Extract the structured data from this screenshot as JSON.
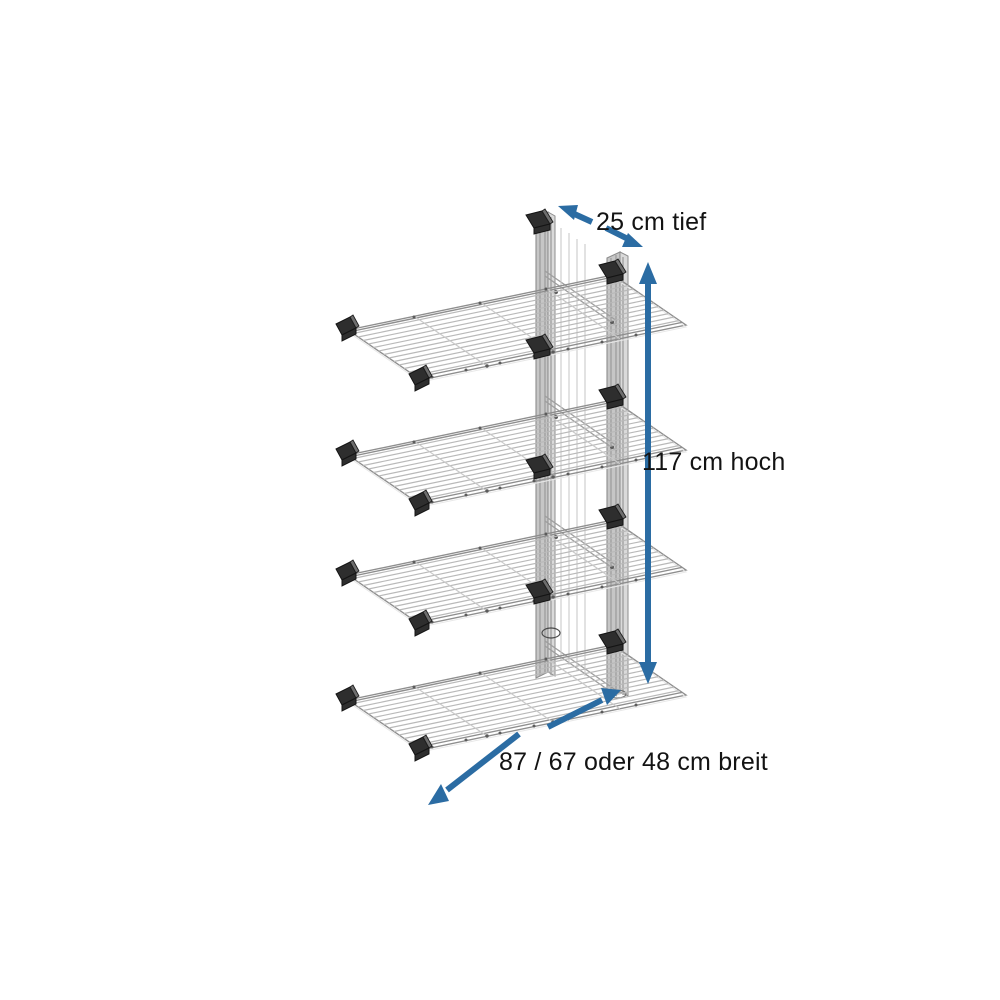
{
  "illustration": {
    "subject": "wire-shelving-rack-dimension-drawing",
    "view": "isometric",
    "background_color": "#ffffff",
    "line_color": "#b9b9b9",
    "accent_color": "#2b6ca3",
    "text_color": "#131313",
    "shelf_count": 4,
    "post_count": 2
  },
  "dimensions": {
    "depth": {
      "label": "25 cm tief",
      "value": "25",
      "unit": "cm",
      "descriptor": "tief"
    },
    "height": {
      "label": "117 cm hoch",
      "value": "117",
      "unit": "cm",
      "descriptor": "hoch"
    },
    "width": {
      "label": "87 / 67 oder 48 cm breit",
      "options": [
        "87",
        "67",
        "48"
      ],
      "unit": "cm",
      "descriptor": "breit"
    }
  }
}
